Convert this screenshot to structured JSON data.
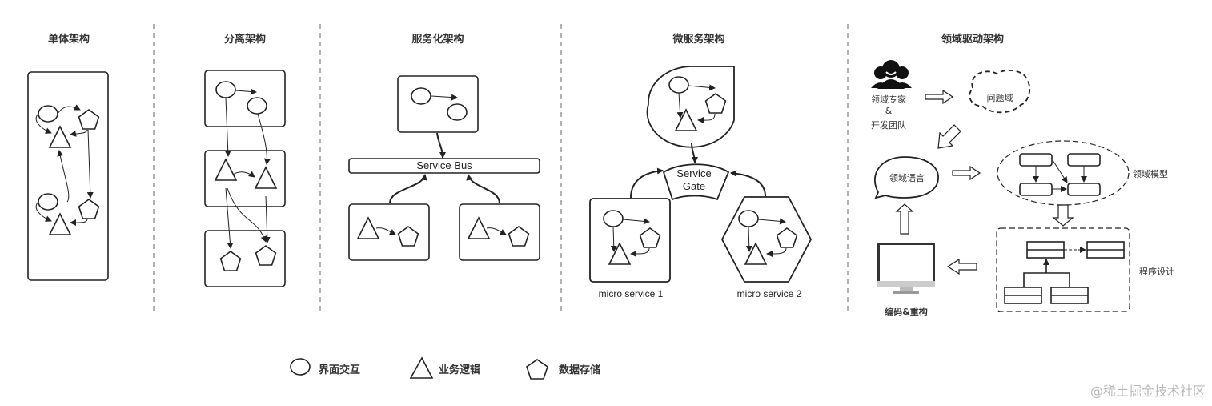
{
  "sections": [
    {
      "title": "单体架构"
    },
    {
      "title": "分离架构"
    },
    {
      "title": "服务化架构",
      "bus_label": "Service Bus"
    },
    {
      "title": "微服务架构",
      "gate_line1": "Service",
      "gate_line2": "Gate",
      "service1": "micro service 1",
      "service2": "micro service 2"
    },
    {
      "title": "领域驱动架构",
      "experts_line1": "领域专家",
      "experts_amp": "&",
      "experts_line2": "开发团队",
      "problem_domain": "问题域",
      "domain_language": "领域语言",
      "domain_model": "领域模型",
      "program_design": "程序设计",
      "coding": "编码&重构"
    }
  ],
  "legend": [
    {
      "shape": "ellipse",
      "label": "界面交互"
    },
    {
      "shape": "triangle",
      "label": "业务逻辑"
    },
    {
      "shape": "pentagon",
      "label": "数据存储"
    }
  ],
  "watermark": "@稀土掘金技术社区",
  "colors": {
    "stroke": "#222222",
    "divider": "#999999"
  }
}
